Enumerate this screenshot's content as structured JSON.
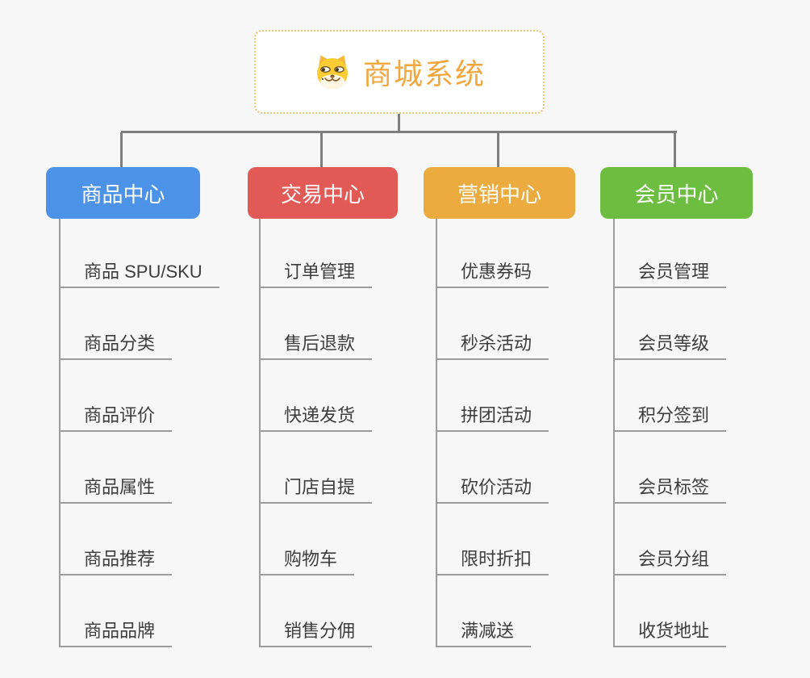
{
  "canvas": {
    "background_color": "#f7f7f7",
    "connector_color": "#7e7e7e",
    "leaf_line_color": "#9c9c9c",
    "leaf_text_color": "#3d3d3d"
  },
  "root": {
    "title": "商城系统",
    "icon": "dog-face-icon",
    "text_color": "#f1a73d",
    "border_color": "#f3c078"
  },
  "branches": [
    {
      "label": "商品中心",
      "color": "#4c92e6",
      "children": [
        "商品 SPU/SKU",
        "商品分类",
        "商品评价",
        "商品属性",
        "商品推荐",
        "商品品牌"
      ]
    },
    {
      "label": "交易中心",
      "color": "#e15a55",
      "children": [
        "订单管理",
        "售后退款",
        "快递发货",
        "门店自提",
        "购物车",
        "销售分佣"
      ]
    },
    {
      "label": "营销中心",
      "color": "#ebab3e",
      "children": [
        "优惠券码",
        "秒杀活动",
        "拼团活动",
        "砍价活动",
        "限时折扣",
        "满减送"
      ]
    },
    {
      "label": "会员中心",
      "color": "#6cbd40",
      "children": [
        "会员管理",
        "会员等级",
        "积分签到",
        "会员标签",
        "会员分组",
        "收货地址"
      ]
    }
  ]
}
